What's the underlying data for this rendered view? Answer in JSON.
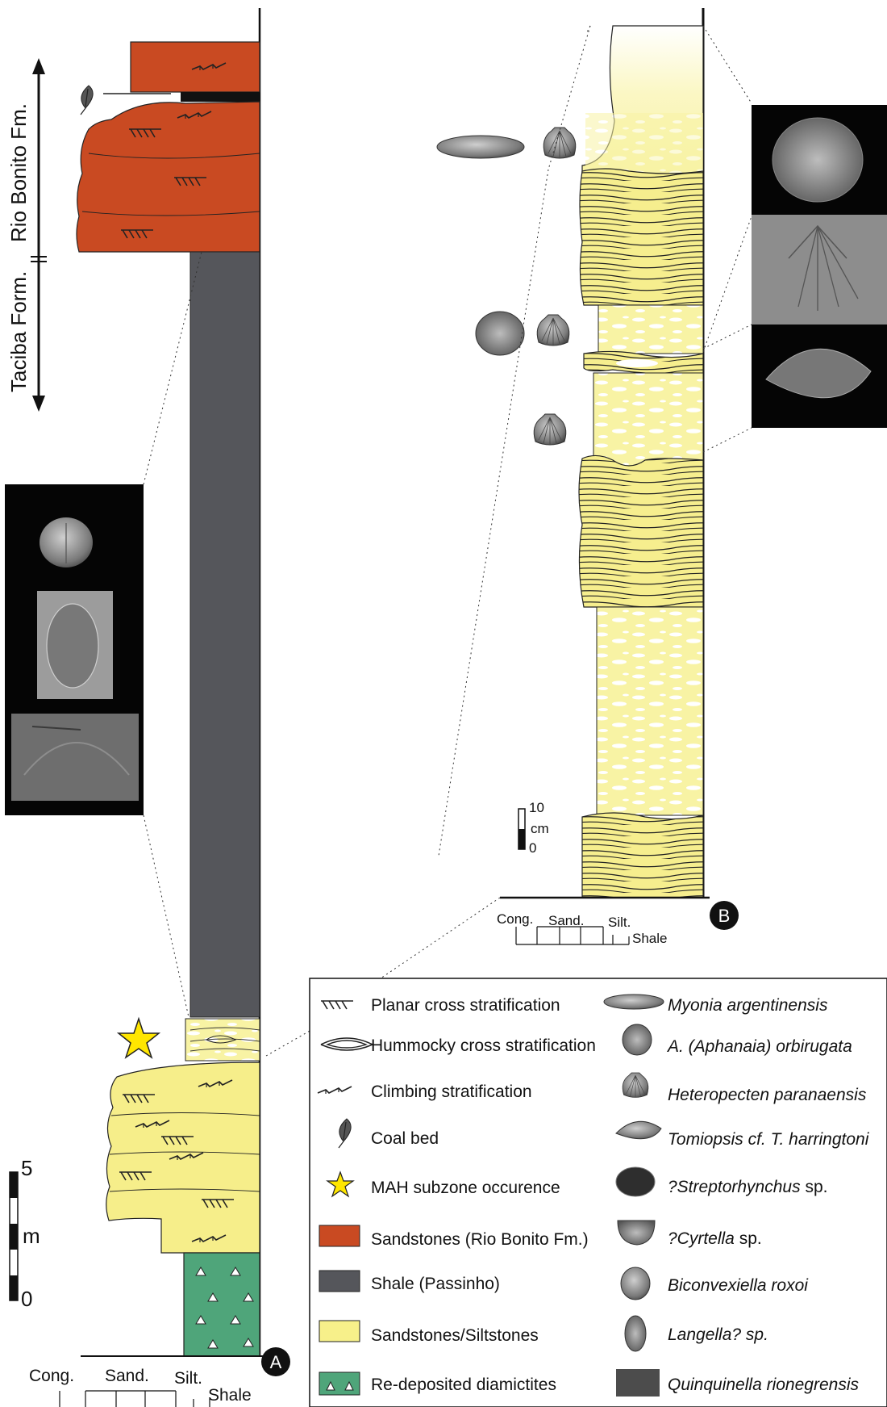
{
  "formations": {
    "upper": "Rio Bonito Fm.",
    "lower": "Taciba Form."
  },
  "panel_a": {
    "label": "A",
    "scale": {
      "top": "5",
      "unit": "m",
      "bottom": "0"
    },
    "grain_axis": {
      "cong": "Cong.",
      "sand": "Sand.",
      "silt": "Silt.",
      "shale": "Shale"
    }
  },
  "panel_b": {
    "label": "B",
    "scale": {
      "top": "10",
      "unit": "cm",
      "bottom": "0"
    },
    "grain_axis": {
      "cong": "Cong.",
      "sand": "Sand.",
      "silt": "Silt.",
      "shale": "Shale"
    }
  },
  "legend": {
    "left": [
      {
        "name": "planar",
        "label": "Planar cross stratification"
      },
      {
        "name": "hummocky",
        "label": "Hummocky cross stratification"
      },
      {
        "name": "climbing",
        "label": "Climbing stratification"
      },
      {
        "name": "coal",
        "label": "Coal bed"
      },
      {
        "name": "mah",
        "label": "MAH subzone occurence"
      },
      {
        "name": "sandstone-rb",
        "label": "Sandstones (Rio Bonito Fm.)",
        "color": "#c94a22"
      },
      {
        "name": "shale",
        "label": "Shale (Passinho)",
        "color": "#55565b"
      },
      {
        "name": "sandstone-silt",
        "label": "Sandstones/Siltstones",
        "color": "#f7f08a"
      },
      {
        "name": "diamictite",
        "label": "Re-deposited diamictites",
        "color": "#4fa57a"
      }
    ],
    "right": [
      {
        "name": "myonia",
        "label": "Myonia argentinensis"
      },
      {
        "name": "aphanaia",
        "label": "A. (Aphanaia) orbirugata"
      },
      {
        "name": "heteropecten",
        "label": "Heteropecten paranaensis"
      },
      {
        "name": "tomiopsis",
        "label": "Tomiopsis cf. T. harringtoni"
      },
      {
        "name": "streptorhynchus",
        "label": "?Streptorhynchus",
        "suffix": " sp."
      },
      {
        "name": "cyrtella",
        "label": "?Cyrtella",
        "suffix": " sp."
      },
      {
        "name": "biconvexiella",
        "label": "Biconvexiella roxoi"
      },
      {
        "name": "langella",
        "label": "Langella? sp."
      },
      {
        "name": "quinquinella",
        "label": "Quinquinella rionegrensis"
      }
    ]
  },
  "colors": {
    "rio_bonito": "#c94a22",
    "shale": "#55565b",
    "sand": "#f7f08a",
    "diamictite": "#4fa57a",
    "star": "#ffe600"
  }
}
